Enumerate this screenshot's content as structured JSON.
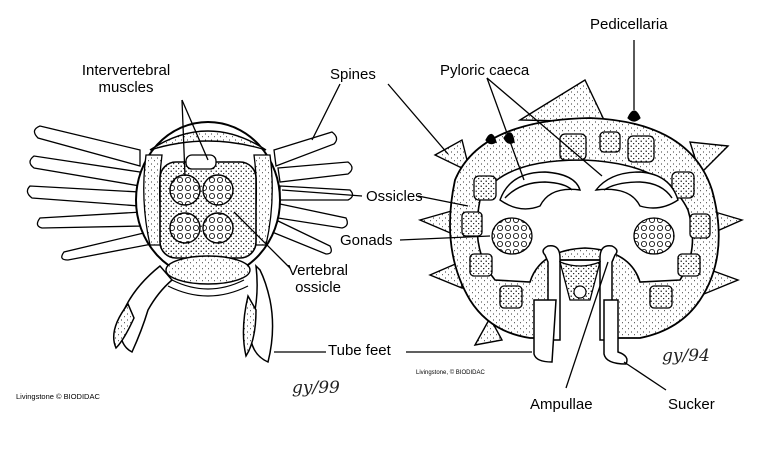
{
  "labels": {
    "intervertebral_muscles": "Intervertebral\nmuscles",
    "spines": "Spines",
    "ossicles": "Ossicles",
    "vertebral_ossicle": "Vertebral\nossicle",
    "tube_feet": "Tube feet",
    "pyloric_caeca": "Pyloric caeca",
    "pedicellaria": "Pedicellaria",
    "gonads": "Gonads",
    "ampullae": "Ampullae",
    "sucker": "Sucker"
  },
  "credits": {
    "left": "Livingstone © BIODIDAC",
    "right": "Livingstone, © BIODIDAC"
  },
  "signatures": {
    "left": "gy/99",
    "right": "gy/94"
  }
}
